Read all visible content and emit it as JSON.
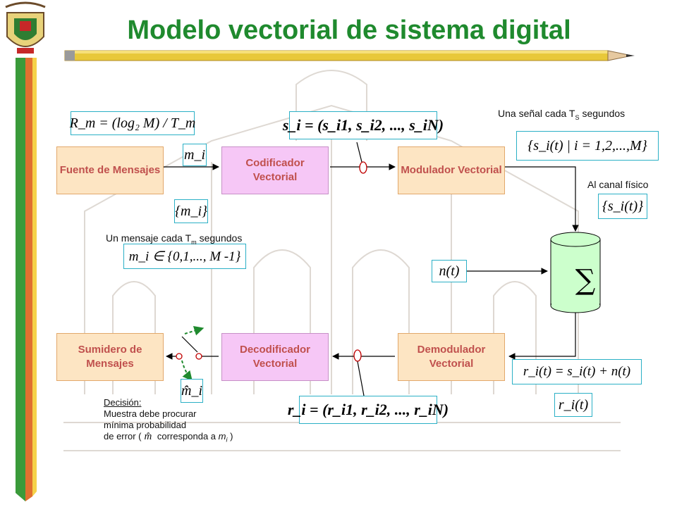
{
  "title": "Modelo vectorial de sistema digital",
  "blocks": {
    "source": "Fuente de Mensajes",
    "coder": "Codificador Vectorial",
    "modulator": "Modulador Vectorial",
    "sink": "Sumidero de Mensajes",
    "decoder": "Decodificador Vectorial",
    "demodulator": "Demodulador Vectorial"
  },
  "equations": {
    "rate": "R_m = (log₂ M) / T_m",
    "mi": "m_i",
    "mi_set": "{m_i}",
    "mi_range": "m_i ∈ {0,1,..., M -1}",
    "si_vec": "s_i = (s_i1, s_i2, ..., s_iN)",
    "si_set": "{s_i(t) | i = 1,2,...,M}",
    "si_t": "{s_i(t)}",
    "noise": "n(t)",
    "received": "r_i(t) = s_i(t) + n(t)",
    "ri_t": "r_i(t)",
    "ri_vec": "r_i = (r_i1, r_i2, ..., r_iN)",
    "mi_hat": "m̂_i"
  },
  "notes": {
    "signal_rate": "Una señal cada T",
    "signal_rate_sub": "S",
    "signal_rate_tail": " segundos",
    "channel": "Al canal físico",
    "message_rate": "Un  mensaje cada T",
    "message_rate_sub": "m",
    "message_rate_tail": " segundos"
  },
  "sum_symbol": "∑",
  "decision": {
    "heading": "Decisión:",
    "line1": "Muestra debe procurar",
    "line2": "mínima probabilidad",
    "line3a": "de error (",
    "line3_symbol": "m̂",
    "line3b": " corresponda a ",
    "line3_mi": "m",
    "line3_mi_sub": "i",
    "line3_end": " )"
  },
  "colors": {
    "title": "#1f8a2e",
    "block_text": "#c0504d",
    "peach_block": "#fde5c3",
    "pink_block": "#f6c7f6",
    "summer": "#ccffcc",
    "equation_border": "#2bb0c6",
    "pencil_body": "#e8c83a",
    "stripe_green": "#3a9a3a",
    "stripe_orange": "#e07030"
  }
}
